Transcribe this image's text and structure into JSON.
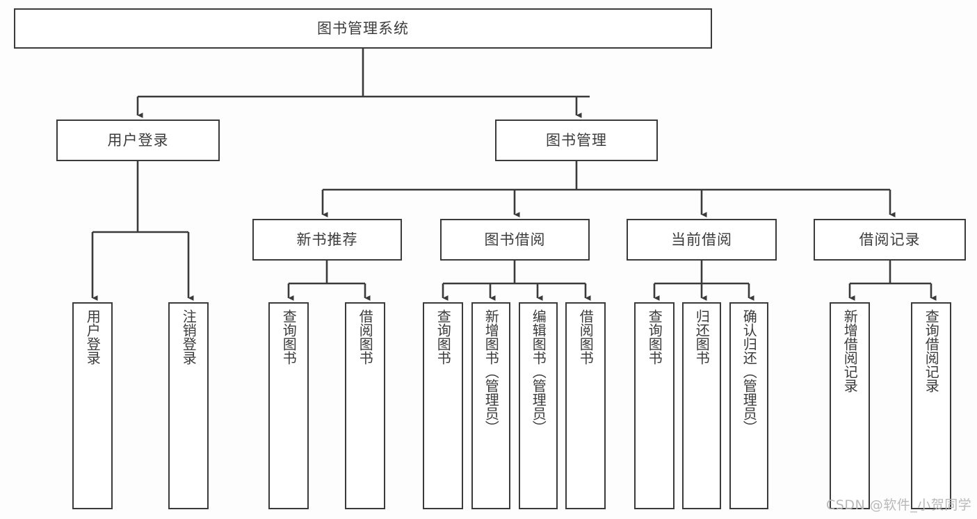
{
  "diagram": {
    "type": "tree",
    "title": "图书管理系统",
    "root": {
      "label": "图书管理系统"
    },
    "level2": [
      {
        "label": "用户登录"
      },
      {
        "label": "图书管理"
      }
    ],
    "level3": [
      {
        "label": "新书推荐"
      },
      {
        "label": "图书借阅"
      },
      {
        "label": "当前借阅"
      },
      {
        "label": "借阅记录"
      }
    ],
    "leaves": {
      "user_login": [
        {
          "label": "用户登录"
        },
        {
          "label": "注销登录"
        }
      ],
      "new_book_recommend": [
        {
          "label": "查询图书"
        },
        {
          "label": "借阅图书"
        }
      ],
      "book_borrow": [
        {
          "label": "查询图书"
        },
        {
          "label": "新增图书（管理员）"
        },
        {
          "label": "编辑图书（管理员）"
        },
        {
          "label": "借阅图书"
        }
      ],
      "current_borrow": [
        {
          "label": "查询图书"
        },
        {
          "label": "归还图书"
        },
        {
          "label": "确认归还（管理员）"
        }
      ],
      "borrow_record": [
        {
          "label": "新增借阅记录"
        },
        {
          "label": "查询借阅记录"
        }
      ]
    }
  },
  "watermark": {
    "text": "CSDN @软件_小贺同学"
  },
  "colors": {
    "stroke": "#3a3a3a",
    "box_fill": "#ffffff",
    "text": "#3b3b3b",
    "watermark": "#b9b9b9",
    "background": "#fdfdfd"
  }
}
